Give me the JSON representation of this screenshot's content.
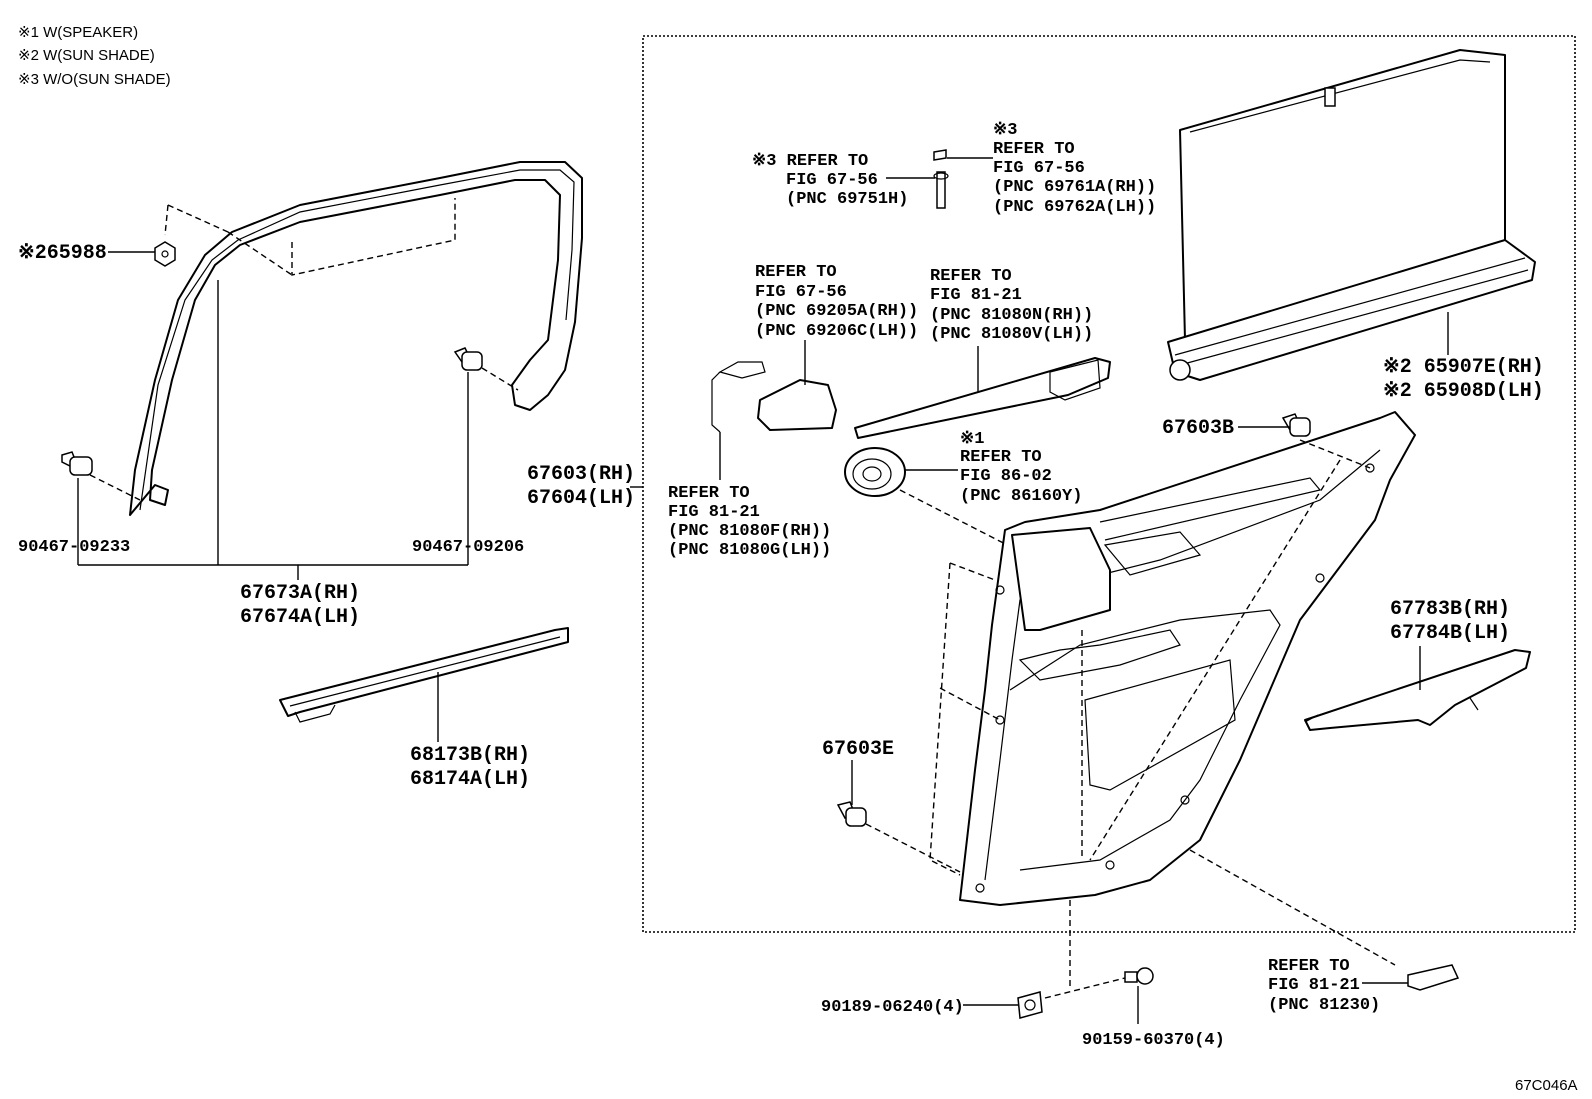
{
  "notes": [
    "※1 W(SPEAKER)",
    "※2 W(SUN SHADE)",
    "※3 W/O(SUN SHADE)"
  ],
  "parts": {
    "p65988": "※265988",
    "p90467_09233": "90467-09233",
    "p90467_09206": "90467-09206",
    "p67673A": "67673A(RH)",
    "p67674A": "67674A(LH)",
    "p68173B": "68173B(RH)",
    "p68174A": "68174A(LH)",
    "p67603": "67603(RH)",
    "p67604": "67604(LH)",
    "p65907E": "※2 65907E(RH)",
    "p65908D": "※2 65908D(LH)",
    "p67603B": "67603B",
    "p67783B": "67783B(RH)",
    "p67784B": "67784B(LH)",
    "p67603E": "67603E",
    "p90189": "90189-06240(4)",
    "p90159": "90159-60370(4)"
  },
  "refs": {
    "r1": [
      "※3 REFER TO",
      "FIG 67-56",
      "(PNC 69751H)"
    ],
    "r2": [
      "※3",
      "REFER TO",
      "FIG 67-56",
      "(PNC 69761A(RH))",
      "(PNC 69762A(LH))"
    ],
    "r3": [
      "REFER TO",
      "FIG 67-56",
      "(PNC 69205A(RH))",
      "(PNC 69206C(LH))"
    ],
    "r4": [
      "REFER TO",
      "FIG 81-21",
      "(PNC 81080N(RH))",
      "(PNC 81080V(LH))"
    ],
    "r5": [
      "※1",
      "REFER TO",
      "FIG 86-02",
      "(PNC 86160Y)"
    ],
    "r6": [
      "REFER TO",
      "FIG 81-21",
      "(PNC 81080F(RH))",
      "(PNC 81080G(LH))"
    ],
    "r7": [
      "REFER TO",
      "FIG 81-21",
      "(PNC 81230)"
    ]
  },
  "figure_code": "67C046A"
}
